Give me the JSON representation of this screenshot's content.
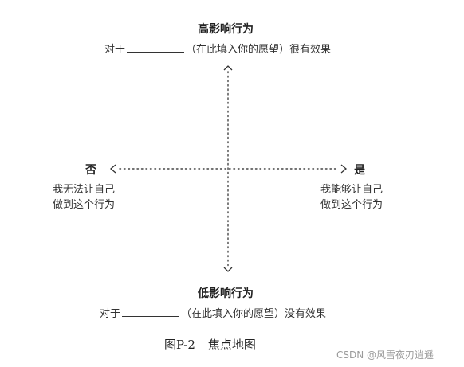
{
  "top": {
    "title": "高影响行为",
    "prefix": "对于",
    "suffix": "（在此填入你的愿望）很有效果"
  },
  "bottom": {
    "title": "低影响行为",
    "prefix": "对于",
    "suffix": "（在此填入你的愿望）没有效果"
  },
  "left": {
    "answer": "否",
    "line1": "我无法让自己",
    "line2": "做到这个行为"
  },
  "right": {
    "answer": "是",
    "line1": "我能够让自己",
    "line2": "做到这个行为"
  },
  "caption": {
    "figure": "图P-2",
    "title": "焦点地图"
  },
  "watermark": "CSDN @风雪夜刃逍遥"
}
